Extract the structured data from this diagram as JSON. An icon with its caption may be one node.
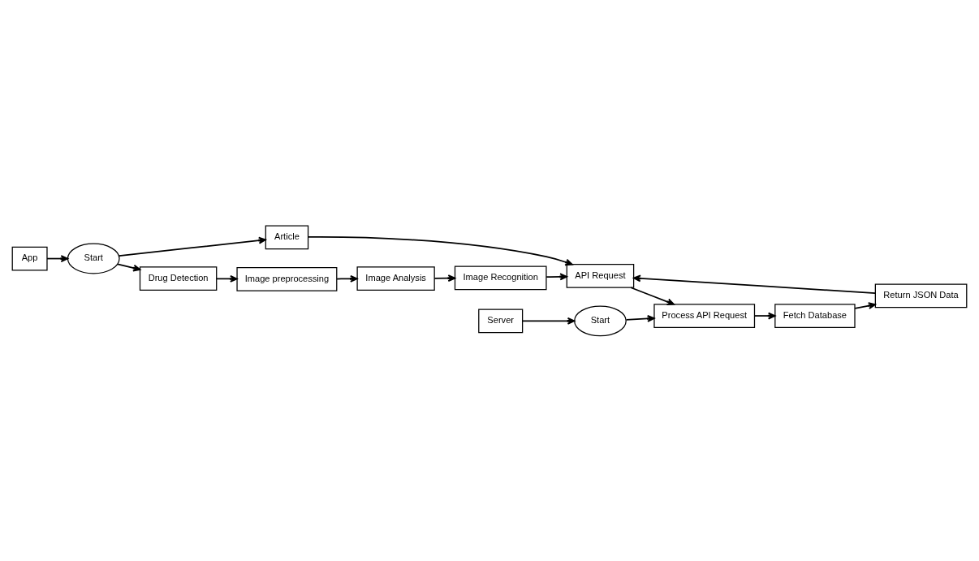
{
  "diagram": {
    "nodes": [
      {
        "text": [
          "App"
        ]
      },
      {
        "text": [
          "Start"
        ]
      },
      {
        "text": [
          "Article"
        ]
      },
      {
        "text": [
          "Drug Detection"
        ]
      },
      {
        "text": [
          "Image preprocessing"
        ]
      },
      {
        "text": [
          "Image Analysis"
        ]
      },
      {
        "text": [
          "Image Recognition"
        ]
      },
      {
        "text": [
          "API Request"
        ]
      },
      {
        "text": [
          "Server"
        ]
      },
      {
        "text": [
          "Start"
        ]
      },
      {
        "text": [
          "Process API Request"
        ]
      },
      {
        "text": [
          "Fetch Database"
        ]
      },
      {
        "text": [
          "Return JSON Data"
        ]
      }
    ],
    "edges": [
      {
        "from": 0,
        "to": 1,
        "arrow": "to"
      },
      {
        "from": 1,
        "to": 2,
        "arrow": "to"
      },
      {
        "from": 1,
        "to": 3,
        "arrow": "to"
      },
      {
        "from": 3,
        "to": 4,
        "arrow": "to"
      },
      {
        "from": 4,
        "to": 5,
        "arrow": "to"
      },
      {
        "from": 5,
        "to": 6,
        "arrow": "to"
      },
      {
        "from": 6,
        "to": 7,
        "arrow": "to"
      },
      {
        "from": 2,
        "to": 7,
        "arrow": "to"
      },
      {
        "from": 7,
        "to": 10,
        "arrow": "to"
      },
      {
        "from": 8,
        "to": 9,
        "arrow": "to"
      },
      {
        "from": 9,
        "to": 10,
        "arrow": "to"
      },
      {
        "from": 10,
        "to": 11,
        "arrow": "to"
      },
      {
        "from": 11,
        "to": 12,
        "arrow": "to"
      },
      {
        "from": 12,
        "to": 7,
        "arrow": "to"
      }
    ]
  }
}
